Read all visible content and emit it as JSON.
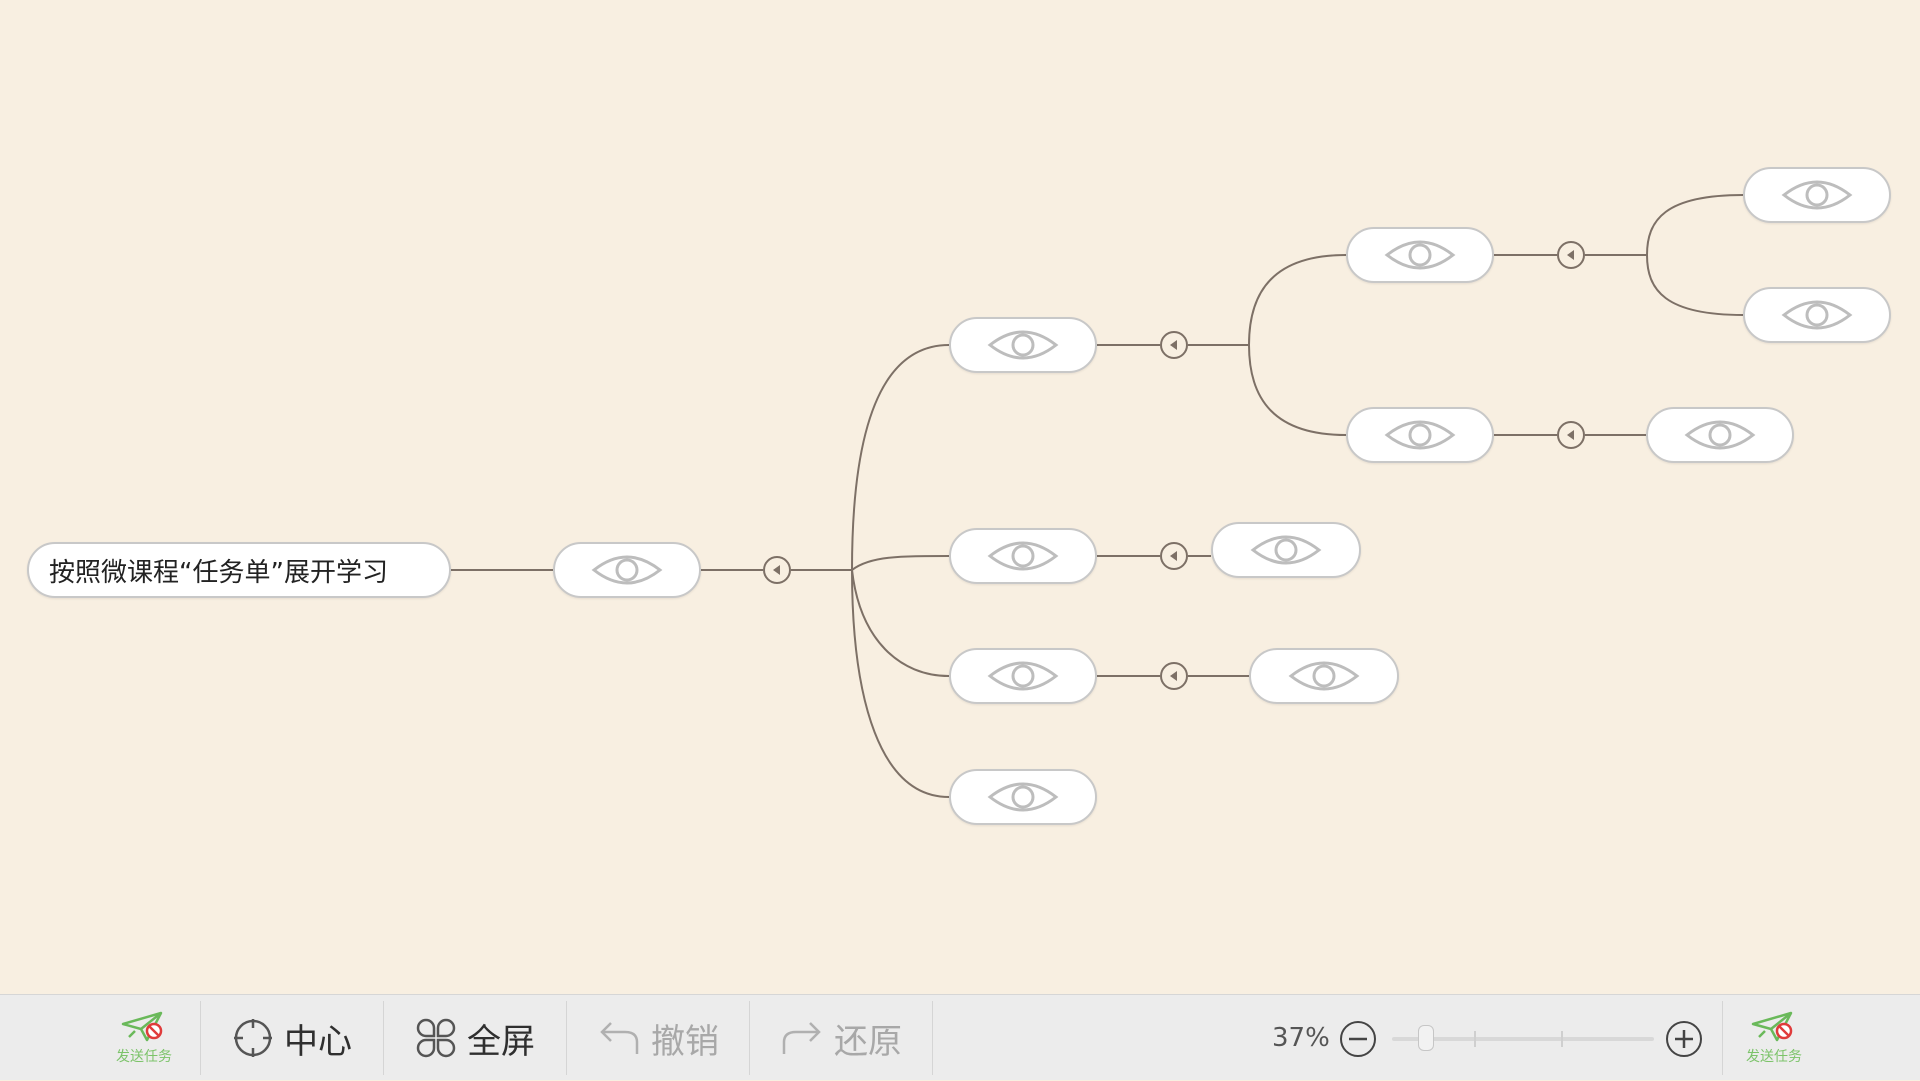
{
  "mindmap": {
    "root": {
      "label": "按照微课程“任务单”展开学习"
    },
    "hidden_node_icon": "eye-icon",
    "collapse_icon": "collapse-left-triangle-icon",
    "colors": {
      "background": "#f8efe1",
      "connector": "#7d7066",
      "node_border": "#c8c8c8"
    }
  },
  "toolbar": {
    "send_task_label": "发送任务",
    "send_task_icon": "paper-plane-blocked-icon",
    "center_label": "中心",
    "center_icon": "crosshair-icon",
    "fullscreen_label": "全屏",
    "fullscreen_icon": "four-petal-icon",
    "undo_label": "撤销",
    "undo_icon": "undo-arrow-icon",
    "redo_label": "还原",
    "redo_icon": "redo-arrow-icon",
    "zoom_level": "37%",
    "zoom_out_icon": "minus-circle-icon",
    "zoom_in_icon": "plus-circle-icon",
    "zoom_fraction": 0.13
  }
}
